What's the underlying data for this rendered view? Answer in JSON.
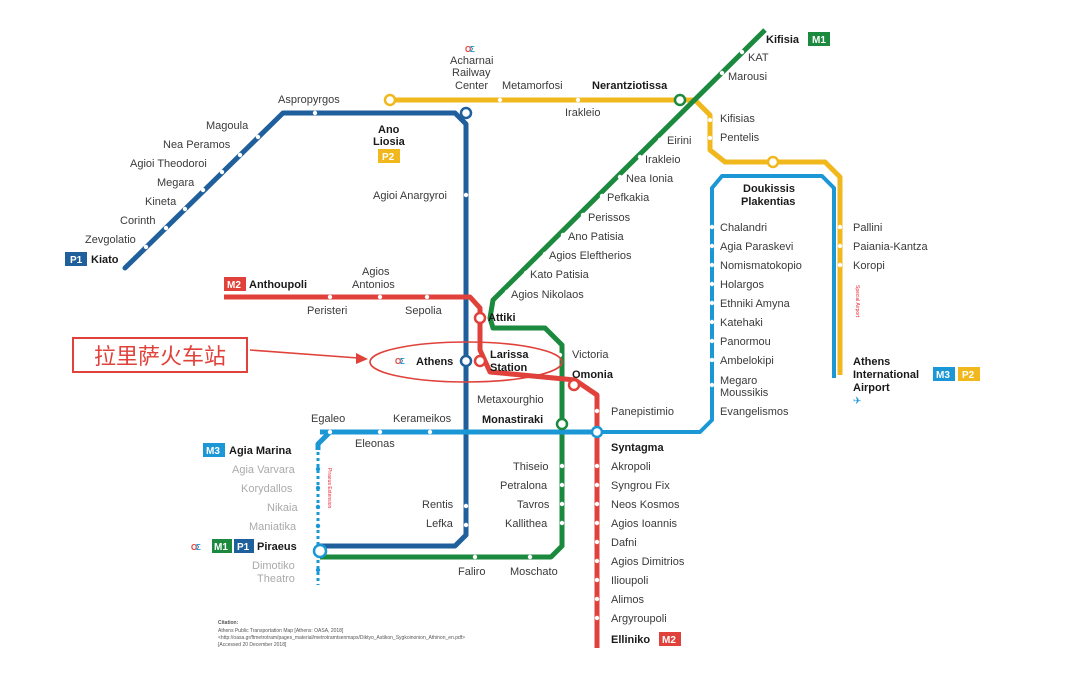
{
  "colors": {
    "m1": "#1b8a3e",
    "m2": "#e0413a",
    "m3": "#1b97d5",
    "p1": "#1e5f9c",
    "p2": "#f0b81c",
    "annotation": "#e0413a"
  },
  "annotation": {
    "callout_text": "拉里萨火车站",
    "circled_station": "Larissa Station"
  },
  "map": {
    "lines": {
      "m1_badge": "M1",
      "m2_badge": "M2",
      "m3_badge": "M3",
      "p1_badge": "P1",
      "p2_badge": "P2"
    },
    "terminals": {
      "kifisia": "Kifisia",
      "kiato": "Kiato",
      "anthoupoli": "Anthoupoli",
      "agia_marina": "Agia Marina",
      "piraeus": "Piraeus",
      "elliniko": "Elliniko",
      "airport": "Athens International Airport"
    },
    "stations": {
      "acharnai": [
        "Acharnai",
        "Railway",
        "Center"
      ],
      "metamorfosi": "Metamorfosi",
      "nerantziotissa": "Nerantziotissa",
      "irakleio": "Irakleio",
      "aspropyrgos": "Aspropyrgos",
      "magoula": "Magoula",
      "nea_peramos": "Nea Peramos",
      "agioi_theodoroi": "Agioi Theodoroi",
      "megara": "Megara",
      "kineta": "Kineta",
      "corinth": "Corinth",
      "zevgolatio": "Zevgolatio",
      "ano_liosia": [
        "Ano",
        "Liosia"
      ],
      "agioi_anargyroi": "Agioi Anargyroi",
      "kat": "KAT",
      "marousi": "Marousi",
      "kifisias": "Kifisias",
      "pentelis": "Pentelis",
      "eirini": "Eirini",
      "irakleio_m1": "Irakleio",
      "nea_ionia": "Nea Ionia",
      "pefkakia": "Pefkakia",
      "perissos": "Perissos",
      "ano_patisia": "Ano Patisia",
      "agios_eleftherios": "Agios Eleftherios",
      "kato_patisia": "Kato Patisia",
      "agios_nikolaos": "Agios Nikolaos",
      "doukissis": [
        "Doukissis",
        "Plakentias"
      ],
      "chalandri": "Chalandri",
      "agia_paraskevi": "Agia Paraskevi",
      "nomismatokopio": "Nomismatokopio",
      "holargos": "Holargos",
      "ethniki_amyna": "Ethniki Amyna",
      "katehaki": "Katehaki",
      "panormou": "Panormou",
      "ambelokipi": "Ambelokipi",
      "megaro": [
        "Megaro",
        "Moussikis"
      ],
      "evangelismos": "Evangelismos",
      "pallini": "Pallini",
      "paiania": "Paiania-Kantza",
      "koropi": "Koropi",
      "agios_antonios": [
        "Agios",
        "Antonios"
      ],
      "peristeri": "Peristeri",
      "sepolia": "Sepolia",
      "attiki": "Attiki",
      "athens": "Athens",
      "larissa": [
        "Larissa",
        "Station"
      ],
      "victoria": "Victoria",
      "omonia": "Omonia",
      "metaxourghio": "Metaxourghio",
      "monastiraki": "Monastiraki",
      "panepistimio": "Panepistimio",
      "syntagma": "Syntagma",
      "egaleo": "Egaleo",
      "kerameikos": "Kerameikos",
      "eleonas": "Eleonas",
      "agia_varvara": "Agia Varvara",
      "korydallos": "Korydallos",
      "nikaia": "Nikaia",
      "maniatika": "Maniatika",
      "dimotiko": [
        "Dimotiko",
        "Theatro"
      ],
      "rentis": "Rentis",
      "lefka": "Lefka",
      "thiseio": "Thiseio",
      "petralona": "Petralona",
      "tavros": "Tavros",
      "kallithea": "Kallithea",
      "faliro": "Faliro",
      "moschato": "Moschato",
      "akropoli": "Akropoli",
      "syngrou_fix": "Syngrou Fix",
      "neos_kosmos": "Neos Kosmos",
      "agios_ioannis": "Agios Ioannis",
      "dafni": "Dafni",
      "agios_dimitrios": "Agios Dimitrios",
      "ilioupoli": "Ilioupoli",
      "alimos": "Alimos",
      "argyroupoli": "Argyroupoli"
    },
    "citation": [
      "Citation:",
      "Athens Public Transportation Map [Athens: OASA, 2018]",
      "<http://oasa.gr/ftmetrotram/pages_material/metrotramtsenmaps/Diktyo_Astikon_Sygkoinonion_Athinon_en.pdf>",
      "[Accessed 20 December 2018]"
    ]
  }
}
